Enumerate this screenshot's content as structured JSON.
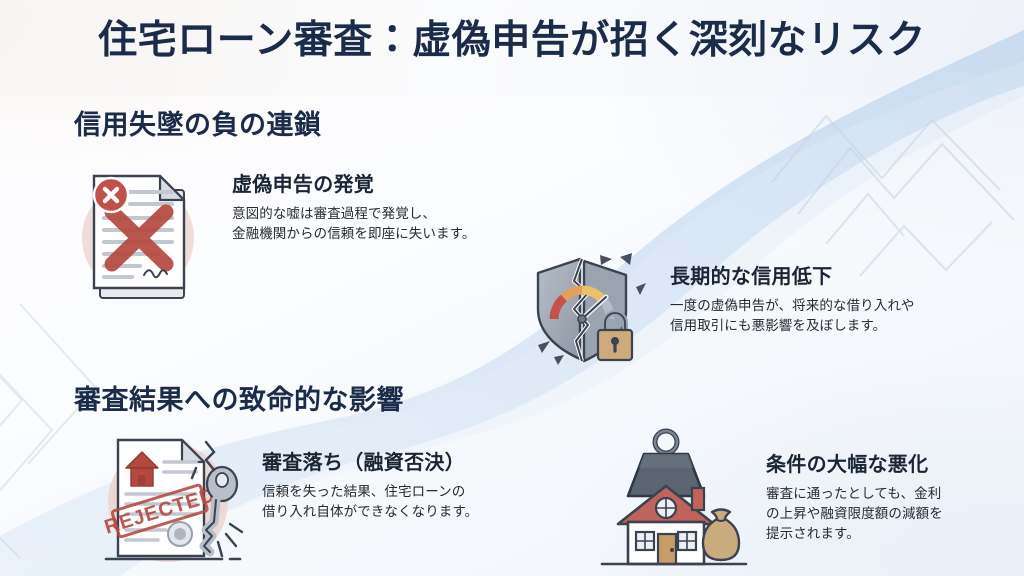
{
  "slide": {
    "title": "住宅ローン審査：虚偽申告が招く深刻なリスク",
    "colors": {
      "title_navy": "#1b2c4a",
      "heading_navy": "#1b2c4a",
      "body_text": "#272b30",
      "accent_red": "#b5483f",
      "accent_blue_band": "#cfe0f2",
      "icon_gray": "#8e98a4",
      "lock_tan": "#cdab7c"
    }
  },
  "sections": [
    {
      "id": "section-1",
      "heading": "信用失墜の負の連鎖",
      "cards": [
        {
          "id": "card-1",
          "icon": "rejected-document-x-icon",
          "title": "虚偽申告の発覚",
          "body": "意図的な嘘は審査過程で発覚し、\n金融機関からの信頼を即座に失います。"
        },
        {
          "id": "card-2",
          "icon": "broken-shield-credit-gauge-lock-icon",
          "title": "長期的な信用低下",
          "body": "一度の虚偽申告が、将来的な借り入れや\n信用取引にも悪影響を及ぼします。"
        }
      ]
    },
    {
      "id": "section-2",
      "heading": "審査結果への致命的な影響",
      "cards": [
        {
          "id": "card-3",
          "icon": "rejected-loan-application-broken-key-icon",
          "title": "審査落ち（融資否決）",
          "body": "信頼を失った結果、住宅ローンの\n借り入れ自体ができなくなります。"
        },
        {
          "id": "card-4",
          "icon": "house-under-weight-money-bag-icon",
          "title": "条件の大幅な悪化",
          "body": "審査に通ったとしても、金利\nの上昇や融資限度額の減額を\n提示されます。"
        }
      ]
    }
  ],
  "icon_labels": {
    "document_stamp_text": "REJECTED"
  }
}
